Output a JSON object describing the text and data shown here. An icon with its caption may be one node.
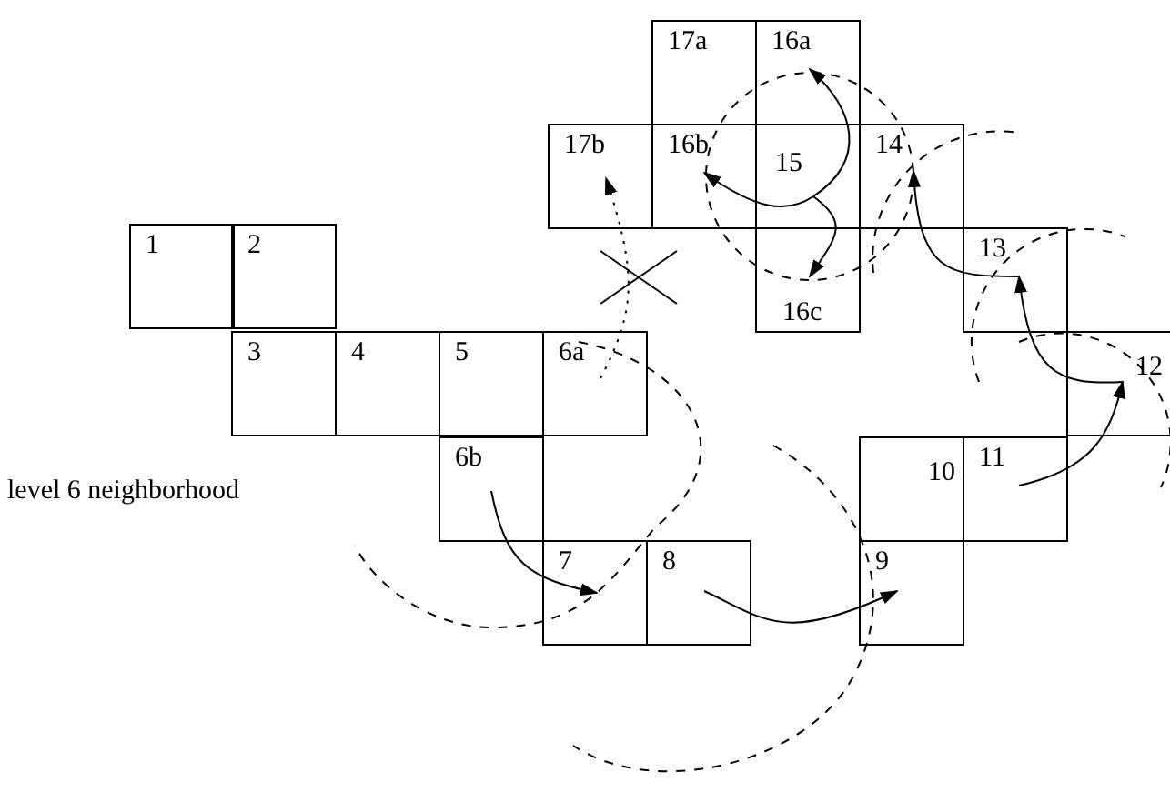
{
  "diagram": {
    "nodes": [
      {
        "text": [
          "17a"
        ]
      },
      {
        "text": [
          "16a"
        ]
      },
      {
        "text": [
          "17b"
        ]
      },
      {
        "text": [
          "16b"
        ]
      },
      {
        "text": [
          "15"
        ]
      },
      {
        "text": [
          "14"
        ]
      },
      {
        "text": [
          "1"
        ]
      },
      {
        "text": [
          "2"
        ]
      },
      {
        "text": [
          "13"
        ]
      },
      {
        "text": [
          "16c"
        ]
      },
      {
        "text": [
          "3"
        ]
      },
      {
        "text": [
          "4"
        ]
      },
      {
        "text": [
          "5"
        ]
      },
      {
        "text": [
          "6a"
        ]
      },
      {
        "text": [
          "12"
        ]
      },
      {
        "text": [
          "6b"
        ]
      },
      {
        "text": [
          "10"
        ]
      },
      {
        "text": [
          "11"
        ]
      },
      {
        "text": [
          "7"
        ]
      },
      {
        "text": [
          "8"
        ]
      },
      {
        "text": [
          "9"
        ]
      }
    ],
    "edges": [
      {
        "from": 15,
        "to": 18,
        "arrow": "to"
      },
      {
        "from": 19,
        "to": 20,
        "arrow": "to"
      },
      {
        "from": 17,
        "to": 14,
        "arrow": "to"
      },
      {
        "from": 14,
        "to": 8,
        "arrow": "to"
      },
      {
        "from": 8,
        "to": 5,
        "arrow": "to"
      },
      {
        "from": 4,
        "to": 1,
        "arrow": "to"
      },
      {
        "from": 4,
        "to": 3,
        "arrow": "to"
      },
      {
        "from": 4,
        "to": 9,
        "arrow": "to"
      },
      {
        "from": 13,
        "to": 2,
        "arrow": "to",
        "style": "dashed"
      }
    ],
    "labels": [
      "level 6 neighborhood"
    ]
  }
}
